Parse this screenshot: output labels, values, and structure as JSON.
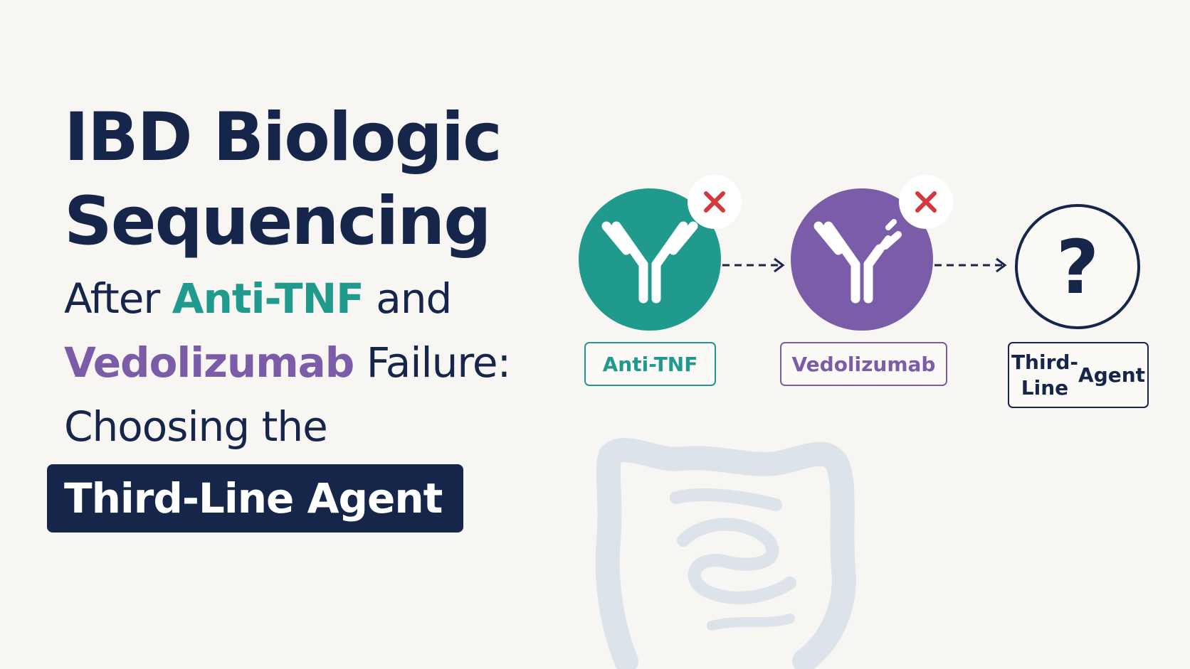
{
  "title": {
    "line1": "IBD Biologic",
    "line2": "Sequencing"
  },
  "subtitle": {
    "after": "After ",
    "anti_tnf": "Anti-TNF",
    "and": " and",
    "vedolizumab": "Vedolizumab",
    "failure": " Failure:",
    "choosing": "Choosing the",
    "badge": "Third-Line Agent"
  },
  "diagram": {
    "nodes": [
      {
        "label": "Anti-TNF",
        "status": "failed",
        "icon": "antibody-icon",
        "color": "#1f9a8d"
      },
      {
        "label": "Vedolizumab",
        "status": "failed",
        "icon": "antibody-icon",
        "color": "#7a5ca8"
      },
      {
        "label_line1": "Third-Line",
        "label_line2": "Agent",
        "status": "unknown",
        "icon": "question-mark-icon",
        "color": "#16264a"
      }
    ],
    "question_mark": "?",
    "failed_icon": "x-mark-icon",
    "failed_color": "#d23a3f",
    "background_icon": "intestine-icon"
  },
  "colors": {
    "navy": "#16264a",
    "teal": "#1f9a8d",
    "purple": "#7a5ca8",
    "red": "#d23a3f",
    "background": "#f7f6f3"
  }
}
